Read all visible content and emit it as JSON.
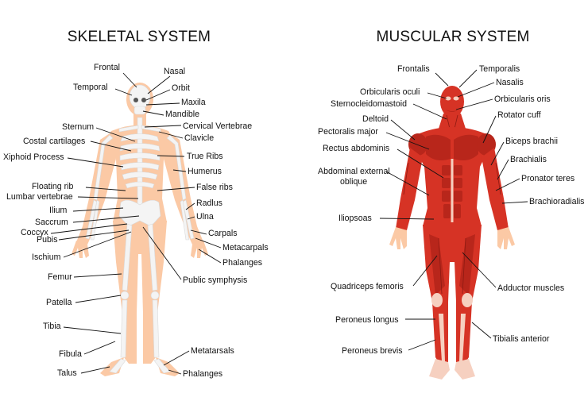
{
  "skeletal": {
    "title": "SKELETAL SYSTEM",
    "labels": {
      "frontal": "Frontal",
      "nasal": "Nasal",
      "temporal": "Temporal",
      "orbit": "Orbit",
      "maxila": "Maxila",
      "mandible": "Mandible",
      "sternum": "Sternum",
      "cervical_vertebrae": "Cervical Vertebrae",
      "costal_cartilages": "Costal cartilages",
      "clavicle": "Clavicle",
      "xiphoid_process": "Xiphoid Process",
      "true_ribs": "True Ribs",
      "humerus": "Humerus",
      "floating_rib": "Floating rib",
      "false_ribs": "False ribs",
      "lumbar_vertebrae": "Lumbar vertebrae",
      "radius": "Radlus",
      "ilium": "Ilium",
      "ulna": "Ulna",
      "saccrum": "Saccrum",
      "carpals": "Carpals",
      "coccyx": "Coccyx",
      "pubis": "Pubis",
      "metacarpals": "Metacarpals",
      "ischium": "Ischium",
      "phalanges_hand": "Phalanges",
      "femur": "Femur",
      "public_symphysis": "Public symphysis",
      "patella": "Patella",
      "tibia": "Tibia",
      "fibula": "Fibula",
      "metatarsals": "Metatarsals",
      "talus": "Talus",
      "phalanges_foot": "Phalanges"
    }
  },
  "muscular": {
    "title": "MUSCULAR SYSTEM",
    "labels": {
      "frontalis": "Frontalis",
      "temporalis": "Temporalis",
      "nasalis": "Nasalis",
      "orbicularis_oculi": "Orbicularis oculi",
      "orbicularis_oris": "Orbicularis oris",
      "sternocleidomastoid": "Sternocleidomastoid",
      "deltoid": "Deltoid",
      "rotator_cuff": "Rotator cuff",
      "pectoralis_major": "Pectoralis major",
      "biceps_brachii": "Biceps brachii",
      "rectus_abdominis": "Rectus abdominis",
      "brachialis": "Brachialis",
      "abdominal_external_oblique_1": "Abdominal external",
      "abdominal_external_oblique_2": "oblique",
      "pronator_teres": "Pronator teres",
      "brachioradialis": "Brachioradialis",
      "iliopsoas": "Iliopsoas",
      "quadriceps_femoris": "Quadriceps femoris",
      "adductor_muscles": "Adductor muscles",
      "peroneus_longus": "Peroneus longus",
      "tibialis_anterior": "Tibialis anterior",
      "peroneus_brevis": "Peroneus brevis"
    }
  },
  "colors": {
    "skin": "#fbc9a5",
    "bone": "#f4f4f4",
    "muscle": "#d63325",
    "tendon": "#f6d0c0"
  }
}
